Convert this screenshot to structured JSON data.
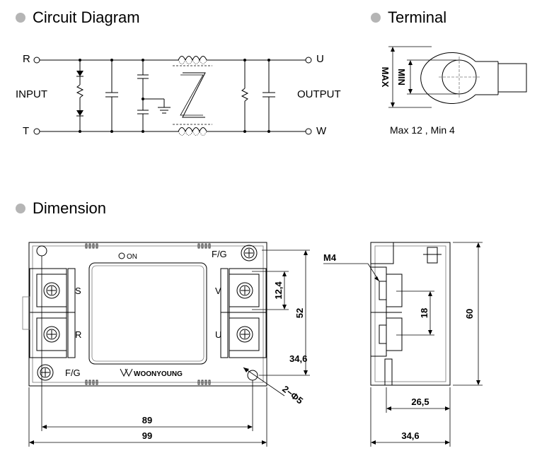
{
  "headings": {
    "circuit": "Circuit Diagram",
    "terminal": "Terminal",
    "dimension": "Dimension"
  },
  "circuit": {
    "r": "R",
    "t": "T",
    "u": "U",
    "w": "W",
    "input": "INPUT",
    "output": "OUTPUT"
  },
  "terminal": {
    "max": "MAX",
    "min": "MIN",
    "caption": "Max 12 , Min 4"
  },
  "front": {
    "on": "ON",
    "fg_top": "F/G",
    "fg_bottom": "F/G",
    "s": "S",
    "r": "R",
    "v": "V",
    "u": "U",
    "brand": "WOONYOUNG",
    "dim_12_4": "12,4",
    "dim_52": "52",
    "dim_34_6": "34,6",
    "dim_holes": "2−Φ5",
    "dim_89": "89",
    "dim_99": "99"
  },
  "side": {
    "m4": "M4",
    "dim_18": "18",
    "dim_60": "60",
    "dim_26_5": "26,5",
    "dim_34_6": "34,6"
  }
}
